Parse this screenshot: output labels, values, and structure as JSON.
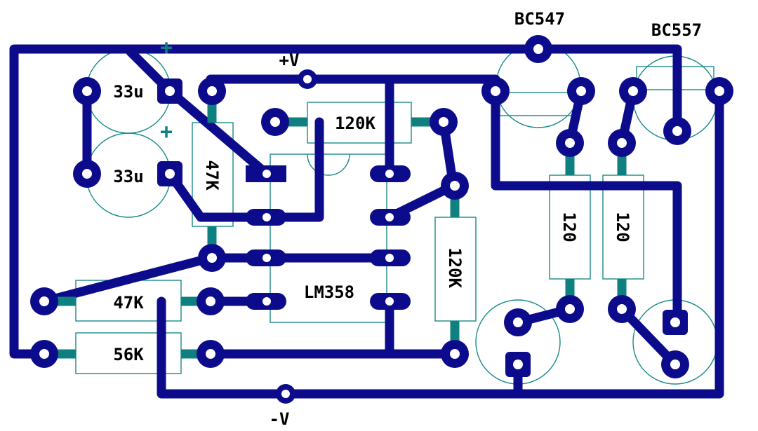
{
  "colors": {
    "trace": "#0b0b8c",
    "link": "#0f8080",
    "outline": "#1a8a8a",
    "pad_hole": "#ffffff",
    "background": "#ffffff",
    "label": "#000000"
  },
  "labels": {
    "transistor_npn": "BC547",
    "transistor_pnp": "BC557",
    "supply_positive": "+V",
    "supply_negative": "-V",
    "cap_top": "33u",
    "cap_bottom": "33u",
    "cap_top_polarity": "+",
    "cap_bottom_polarity": "+",
    "resistor_47k_vertical": "47K",
    "resistor_120k_top": "120K",
    "resistor_120k_vertical": "120K",
    "resistor_47k_horizontal": "47K",
    "resistor_56k": "56K",
    "opamp": "LM358",
    "resistor_120_left": "120",
    "resistor_120_right": "120"
  }
}
